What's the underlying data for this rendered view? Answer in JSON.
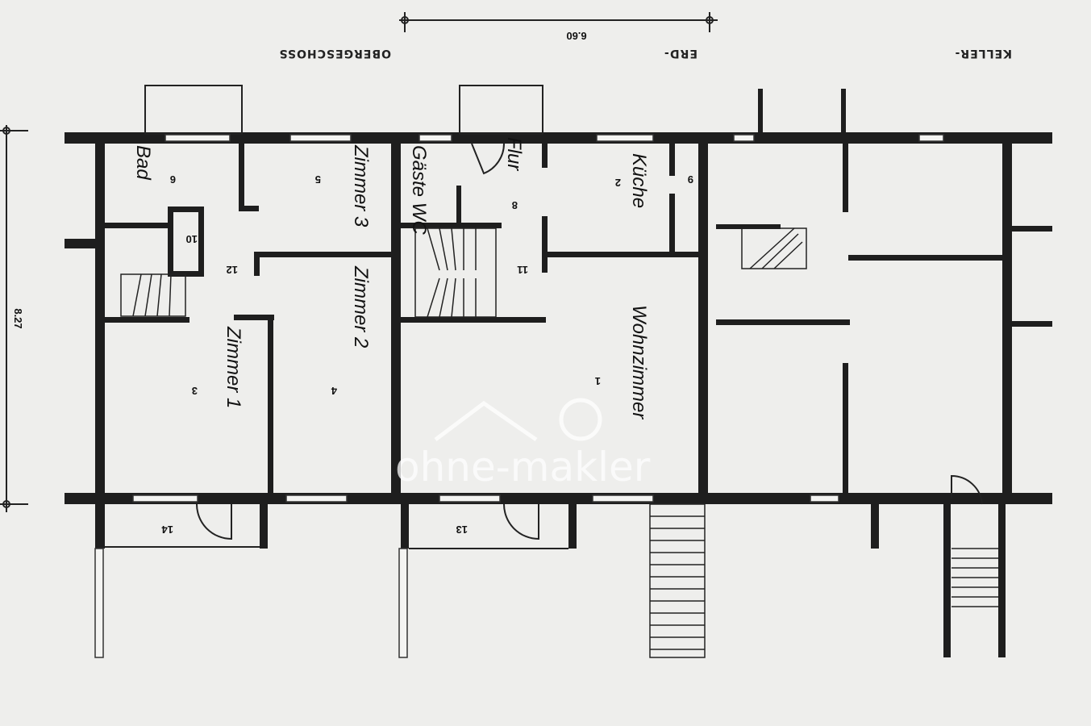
{
  "headers": {
    "keller": "KELLER-",
    "erd": "ERD-",
    "obergeschoss": "OBERGESCHOSS"
  },
  "dimensions": {
    "width": "6.60",
    "depth": "8.27"
  },
  "rooms": {
    "bad": "Bad",
    "zimmer3": "Zimmer 3",
    "zimmer2": "Zimmer 2",
    "zimmer1": "Zimmer 1",
    "gaeste_wc": "Gäste WC",
    "flur": "Flur",
    "kueche": "Küche",
    "wohnzimmer": "Wohnzimmer"
  },
  "room_numbers": {
    "n1": "1",
    "n2": "2",
    "n3": "3",
    "n4": "4",
    "n5": "5",
    "n6": "6",
    "n8": "8",
    "n9": "9",
    "n10": "10",
    "n11": "11",
    "n12": "12",
    "n13": "13",
    "n14": "14"
  },
  "watermark": "ohne-makler"
}
